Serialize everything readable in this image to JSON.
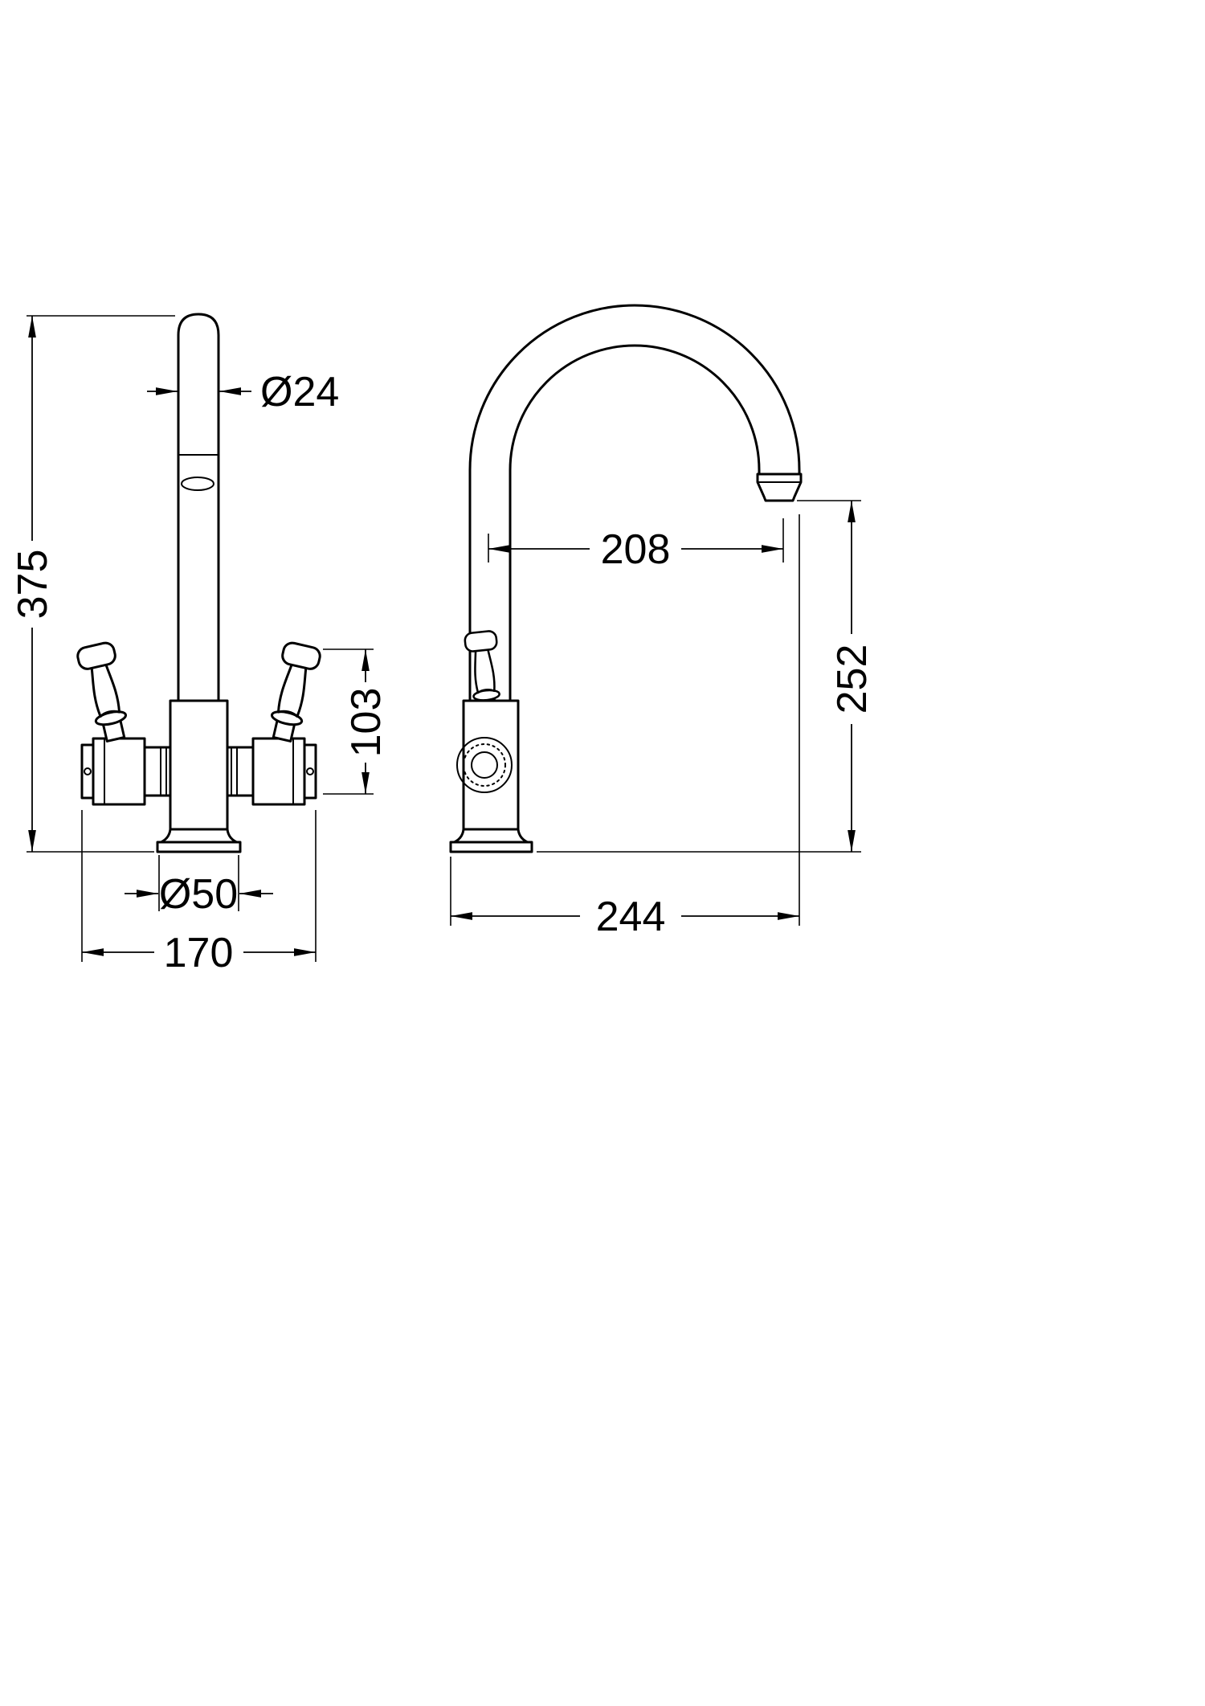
{
  "drawing": {
    "type": "technical-dimension-drawing",
    "subject": "kitchen mixer tap, two views (front elevation and side elevation)",
    "colors": {
      "line": "#000000",
      "background": "#ffffff"
    }
  },
  "dims": {
    "spout_diameter": "Ø24",
    "overall_height": "375",
    "handle_height": "103",
    "base_diameter": "Ø50",
    "handle_span": "170",
    "spout_reach": "208",
    "outlet_height": "252",
    "overall_depth": "244"
  }
}
